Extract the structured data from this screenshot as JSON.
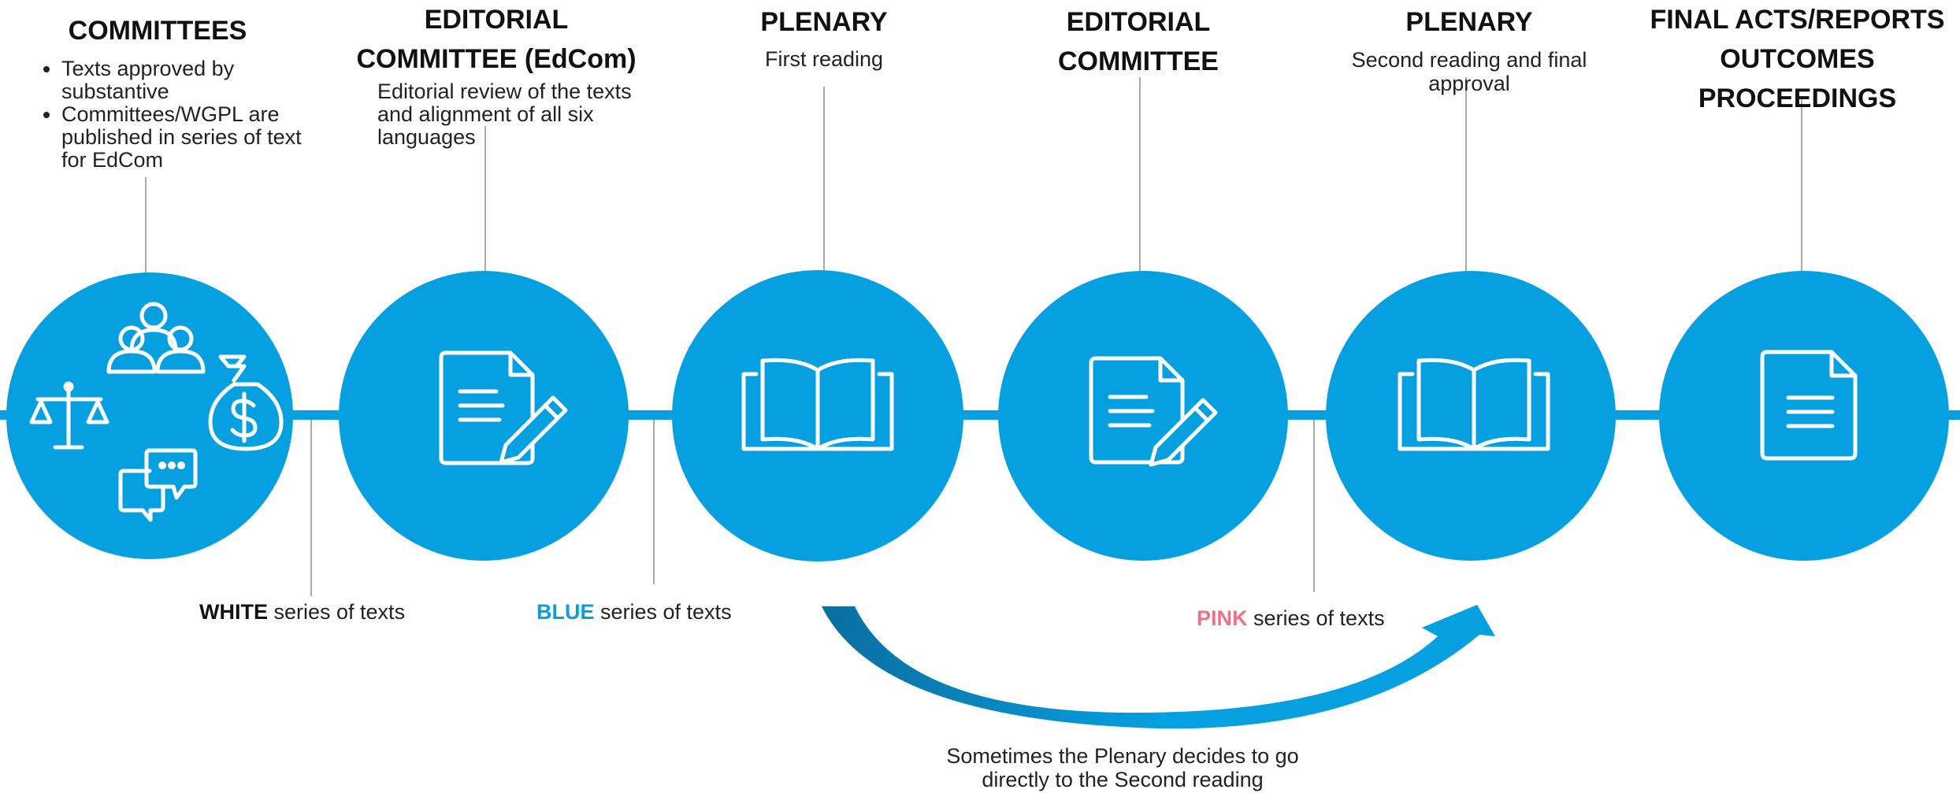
{
  "colors": {
    "circle": "#069fe0",
    "connector_line": "#aaaaaa",
    "white_series": "#111111",
    "blue_series": "#069fe0",
    "pink_series": "#ee7085",
    "arrow_dark": "#0a6ea0",
    "icon_stroke": "#ffffff"
  },
  "stages": [
    {
      "title": "COMMITTEES",
      "bullets": [
        "Texts approved by substantive",
        "Committees/WGPL are published in series of text for EdCom"
      ],
      "icons": [
        "group-of-people-icon",
        "scales-of-justice-icon",
        "money-bag-icon",
        "chat-bubbles-icon"
      ]
    },
    {
      "title_line1": "EDITORIAL",
      "title_line2": "COMMITTEE (EdCom)",
      "description": "Editorial review of the texts and alignment of all six languages",
      "icon": "document-edit-icon"
    },
    {
      "title": "PLENARY",
      "description": "First reading",
      "icon": "open-book-icon"
    },
    {
      "title_line1": "EDITORIAL",
      "title_line2": "COMMITTEE",
      "icon": "document-edit-icon"
    },
    {
      "title": "PLENARY",
      "description": "Second reading and final approval",
      "icon": "open-book-icon"
    },
    {
      "title_line1": "FINAL ACTS/REPORTS",
      "title_line2": "OUTCOMES",
      "title_line3": "PROCEEDINGS",
      "icon": "document-icon"
    }
  ],
  "series": [
    {
      "bold": "WHITE",
      "rest": " series of texts"
    },
    {
      "bold": "BLUE",
      "rest": " series of texts"
    },
    {
      "bold": "PINK",
      "rest": " series of texts"
    }
  ],
  "skip_note": "Sometimes the Plenary decides to go directly to the Second reading"
}
